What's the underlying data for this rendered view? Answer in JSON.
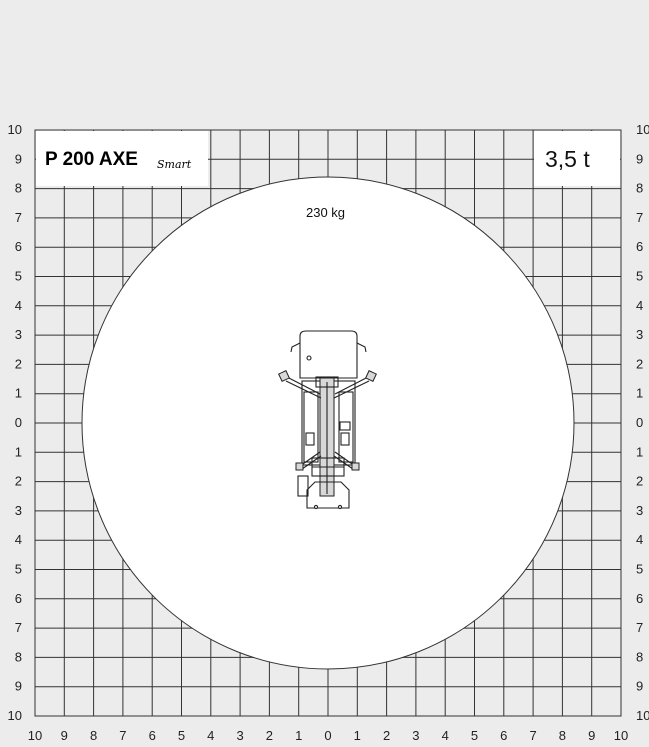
{
  "model": {
    "name": "P 200 AXE",
    "suffix": "Smart"
  },
  "max_weight": "3,5 t",
  "load_label": "230 kg",
  "axis_ticks": [
    "10",
    "9",
    "8",
    "7",
    "6",
    "5",
    "4",
    "3",
    "2",
    "1",
    "0",
    "1",
    "2",
    "3",
    "4",
    "5",
    "6",
    "7",
    "8",
    "9",
    "10"
  ],
  "colors": {
    "background": "#ececec",
    "grid": "#333333",
    "envelope_fill": "#ffffff"
  }
}
